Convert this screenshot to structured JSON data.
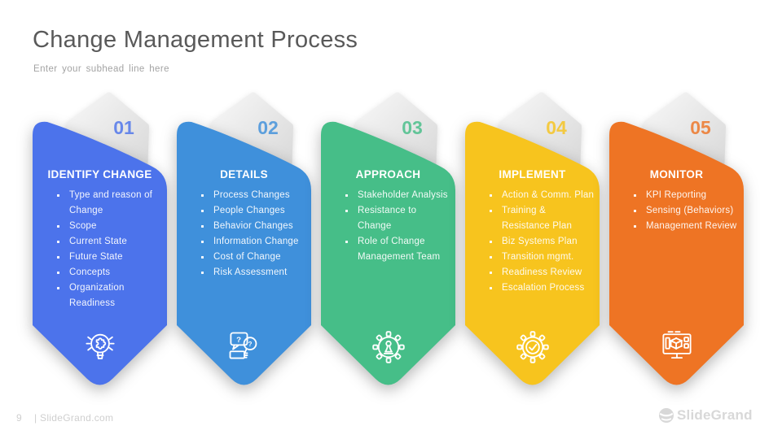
{
  "slide": {
    "title": "Change Management Process",
    "subtitle": "Enter your subhead line here",
    "page_number": "9",
    "footer_site": "| SlideGrand.com",
    "brand": "SlideGrand"
  },
  "colors": {
    "title_text": "#595959",
    "pentagon_gradient": [
      "#f7f7f7",
      "#d7d7d7"
    ]
  },
  "cards": [
    {
      "number": "01",
      "title": "IDENTIFY CHANGE",
      "color": "#4C73EB",
      "icon": "bulb-puzzle-icon",
      "bullets": [
        "Type and reason of Change",
        "Scope",
        "Current  State",
        "Future  State",
        "Concepts",
        "Organization Readiness"
      ]
    },
    {
      "number": "02",
      "title": "DETAILS",
      "color": "#3F90DB",
      "icon": "question-search-icon",
      "bullets": [
        "Process Changes",
        "People Changes",
        "Behavior Changes",
        "Information Change",
        "Cost of Change",
        "Risk Assessment"
      ]
    },
    {
      "number": "03",
      "title": "APPROACH",
      "color": "#46BE88",
      "icon": "gear-pawn-icon",
      "bullets": [
        "Stakeholder Analysis",
        "Resistance to Change",
        "Role of Change Management Team"
      ]
    },
    {
      "number": "04",
      "title": "IMPLEMENT",
      "color": "#F7C41E",
      "icon": "gear-check-icon",
      "bullets": [
        "Action & Comm. Plan",
        "Training & Resistance Plan",
        "Biz Systems Plan",
        "Transition mgmt.",
        "Readiness Review",
        "Escalation Process"
      ]
    },
    {
      "number": "05",
      "title": "MONITOR",
      "color": "#EE7424",
      "icon": "monitor-cube-icon",
      "bullets": [
        "KPI Reporting",
        "Sensing (Behaviors)",
        "Management Review"
      ]
    }
  ]
}
